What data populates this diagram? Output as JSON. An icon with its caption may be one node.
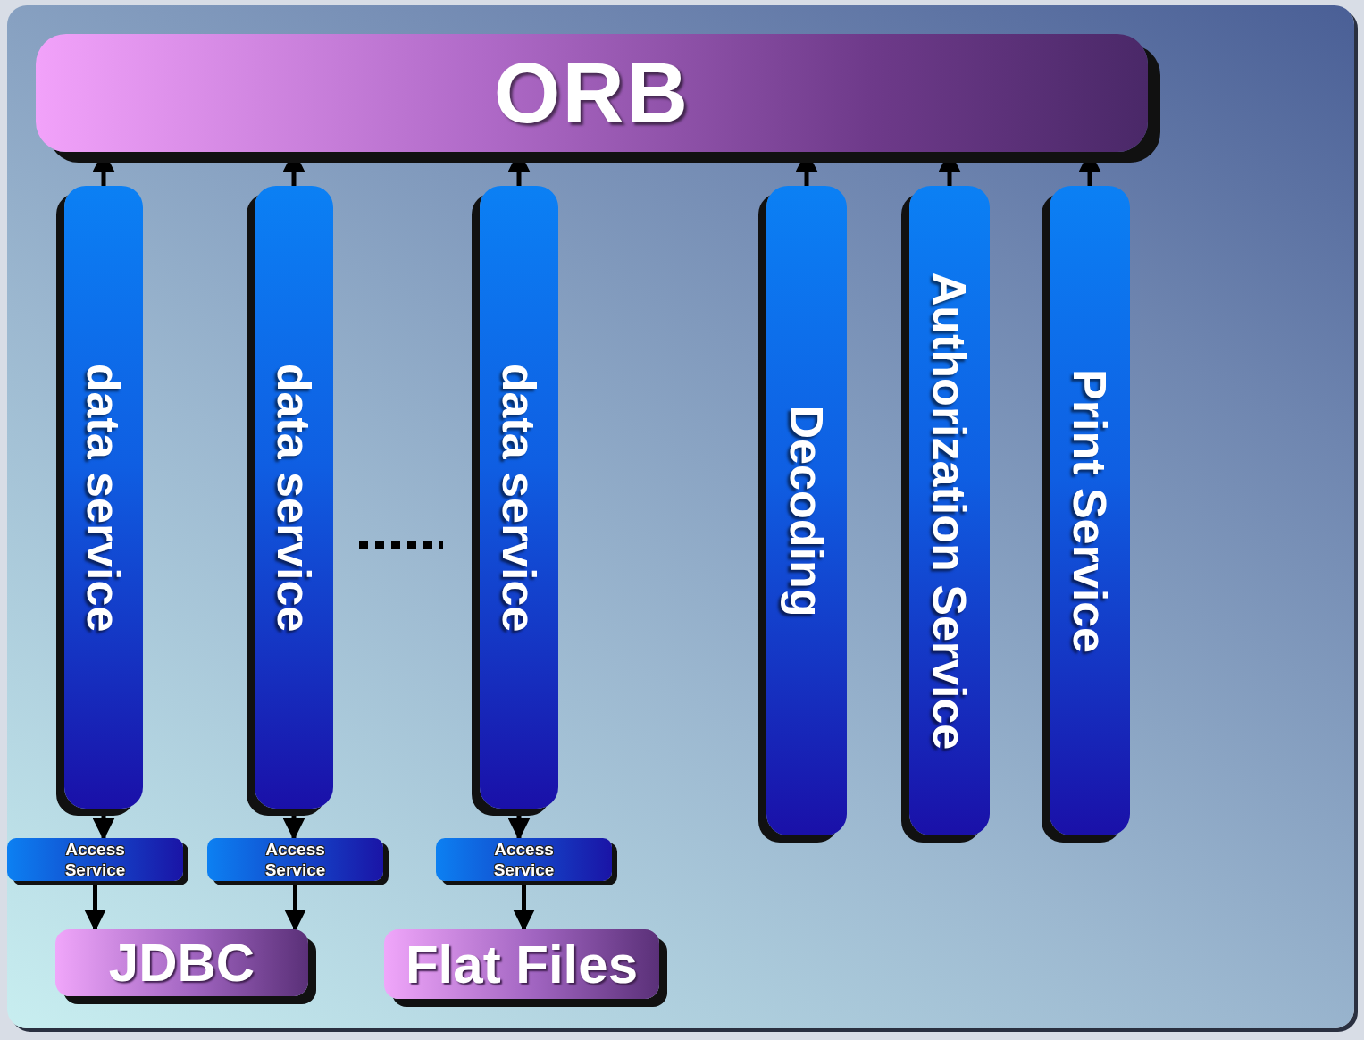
{
  "diagram": {
    "nodes": [
      {
        "text": [
          "ORB"
        ]
      },
      {
        "text": [
          "data service"
        ]
      },
      {
        "text": [
          "data service"
        ]
      },
      {
        "text": [
          "data service"
        ]
      },
      {
        "text": [
          "Decoding"
        ]
      },
      {
        "text": [
          "Authorization Service"
        ]
      },
      {
        "text": [
          "Print Service"
        ]
      },
      {
        "text": [
          "Access Service"
        ]
      },
      {
        "text": [
          "Access Service"
        ]
      },
      {
        "text": [
          "Access Service"
        ]
      },
      {
        "text": [
          "JDBC"
        ]
      },
      {
        "text": [
          "Flat Files"
        ]
      }
    ],
    "edges": [
      {
        "from": 1,
        "to": 0,
        "arrow": "to"
      },
      {
        "from": 2,
        "to": 0,
        "arrow": "to"
      },
      {
        "from": 3,
        "to": 0,
        "arrow": "to"
      },
      {
        "from": 4,
        "to": 0,
        "arrow": "to"
      },
      {
        "from": 5,
        "to": 0,
        "arrow": "to"
      },
      {
        "from": 6,
        "to": 0,
        "arrow": "to"
      },
      {
        "from": 1,
        "to": 7,
        "arrow": "to"
      },
      {
        "from": 2,
        "to": 8,
        "arrow": "to"
      },
      {
        "from": 3,
        "to": 9,
        "arrow": "to"
      },
      {
        "from": 7,
        "to": 10,
        "arrow": "to"
      },
      {
        "from": 8,
        "to": 10,
        "arrow": "to"
      },
      {
        "from": 9,
        "to": 11,
        "arrow": "to"
      }
    ]
  }
}
